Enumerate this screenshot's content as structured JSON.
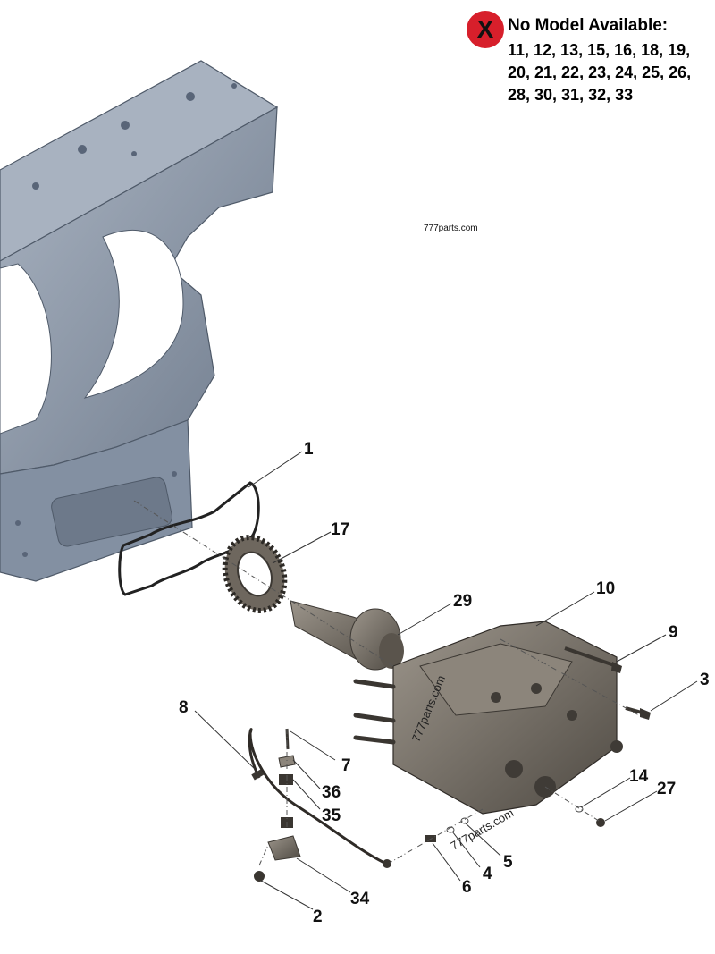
{
  "note": {
    "icon": "no-model-x-icon",
    "icon_glyph": "X",
    "title": "No Model Available:",
    "parts": "11, 12, 13, 15, 16, 18, 19, 20, 21, 22, 23, 24, 25, 26, 28, 30, 31, 32, 33"
  },
  "watermark": "777parts.com",
  "callouts": [
    "1",
    "17",
    "29",
    "10",
    "9",
    "3",
    "8",
    "7",
    "36",
    "35",
    "14",
    "27",
    "5",
    "4",
    "6",
    "34",
    "2"
  ],
  "colors": {
    "frame": "#8e9aab",
    "frame_dark": "#5f6b7c",
    "part_metal": "#7a736a",
    "part_dark": "#4e4942",
    "note_icon": "#d71f2b"
  }
}
